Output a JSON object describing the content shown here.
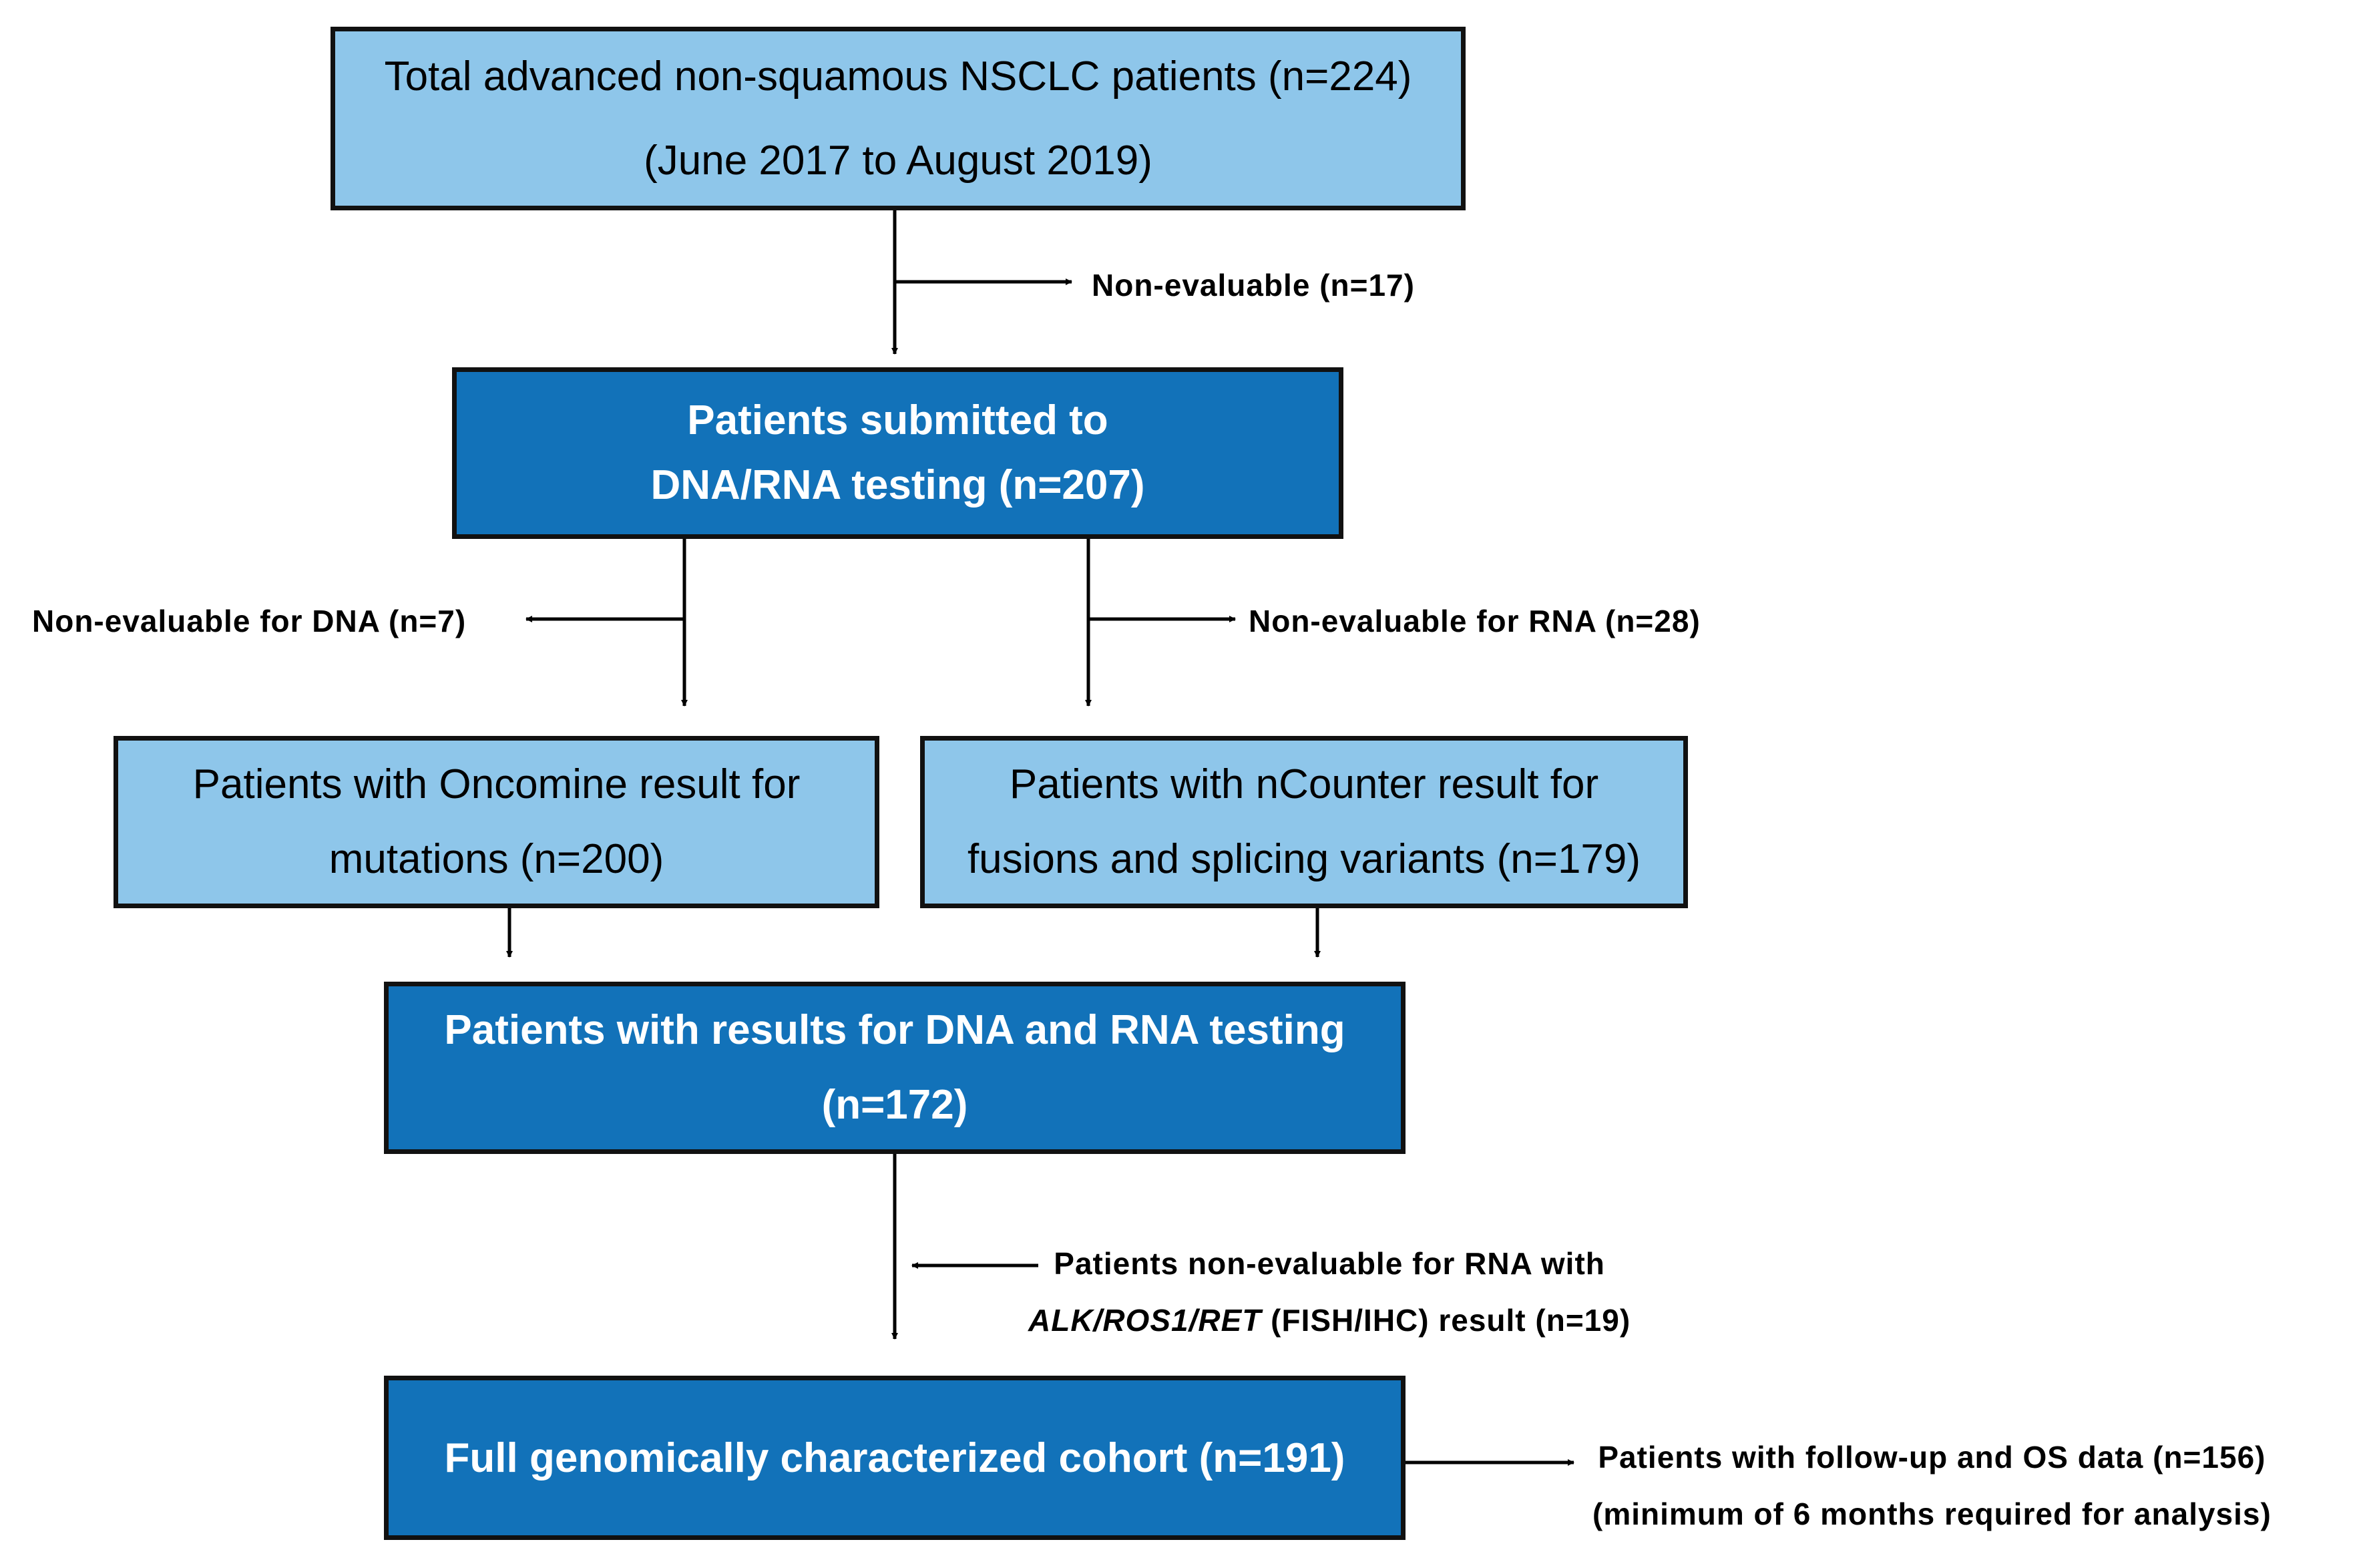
{
  "boxes": {
    "total": {
      "line1": "Total advanced non-squamous NSCLC patients (n=224)",
      "line2": "(June 2017 to August 2019)"
    },
    "submitted": {
      "line1": "Patients submitted to",
      "line2": "DNA/RNA testing (n=207)"
    },
    "oncomine": {
      "line1": "Patients with Oncomine result for",
      "line2": "mutations (n=200)"
    },
    "ncounter": {
      "line1": "Patients with nCounter result for",
      "line2": "fusions and splicing variants (n=179)"
    },
    "dna_rna": {
      "line1": "Patients with results for DNA and RNA testing",
      "line2": "(n=172)"
    },
    "full": {
      "line1": "Full genomically characterized cohort (n=191)"
    }
  },
  "notes": {
    "non_evaluable": "Non-evaluable (n=17)",
    "non_eval_dna": "Non-evaluable for DNA (n=7)",
    "non_eval_rna": "Non-evaluable for RNA (n=28)",
    "rna_fish_line1": "Patients non-evaluable for RNA with",
    "rna_fish_genes": "ALK/ROS1/RET",
    "rna_fish_rest": " (FISH/IHC) result (n=19)",
    "followup_line1": "Patients with follow-up and OS data (n=156)",
    "followup_line2": "(minimum of 6 months required for analysis)"
  },
  "colors": {
    "light_box": "#8ec6ea",
    "dark_box": "#1272b9",
    "border": "#111111"
  }
}
